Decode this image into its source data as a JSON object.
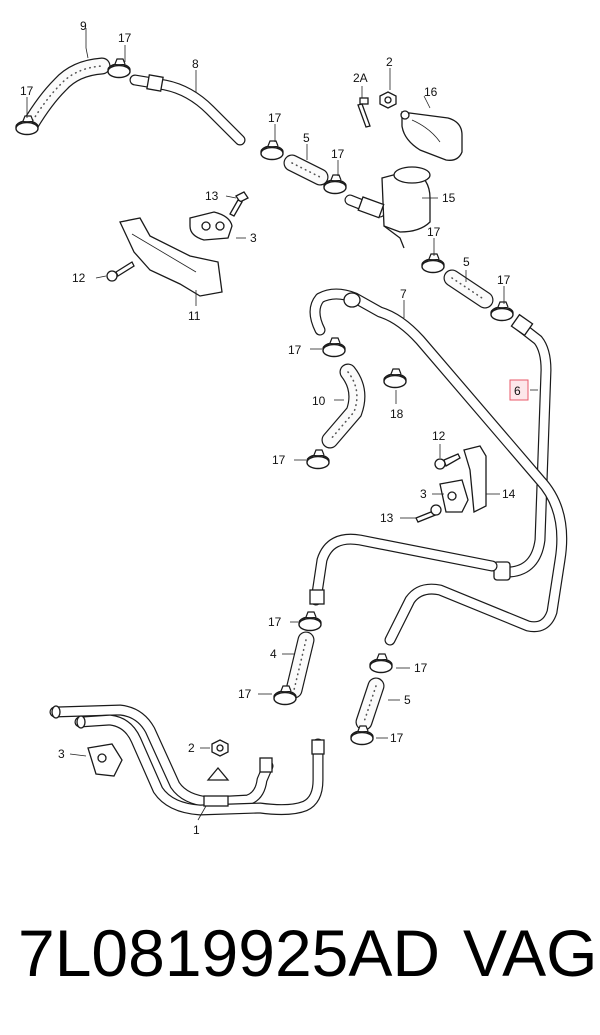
{
  "footer": {
    "part_number": "7L0819925AD",
    "brand": "VAG"
  },
  "callouts": {
    "c1": "1",
    "c2_top": "2",
    "c2a": "2A",
    "c2_bottom": "2",
    "c3_top": "3",
    "c3_mid": "3",
    "c3_bottom": "3",
    "c4": "4",
    "c5_top": "5",
    "c5_mid": "5",
    "c5_bottom": "5",
    "c6": "6",
    "c7": "7",
    "c8": "8",
    "c9": "9",
    "c10": "10",
    "c11": "11",
    "c12_left": "12",
    "c12_right": "12",
    "c13_top": "13",
    "c13_bottom": "13",
    "c14": "14",
    "c15": "15",
    "c16": "16",
    "c17_a": "17",
    "c17_b": "17",
    "c17_c": "17",
    "c17_d": "17",
    "c17_e": "17",
    "c17_f": "17",
    "c17_g": "17",
    "c17_h": "17",
    "c17_i": "17",
    "c17_j": "17",
    "c17_k": "17",
    "c17_l": "17",
    "c18": "18"
  },
  "highlight_color": "#e85a6a"
}
